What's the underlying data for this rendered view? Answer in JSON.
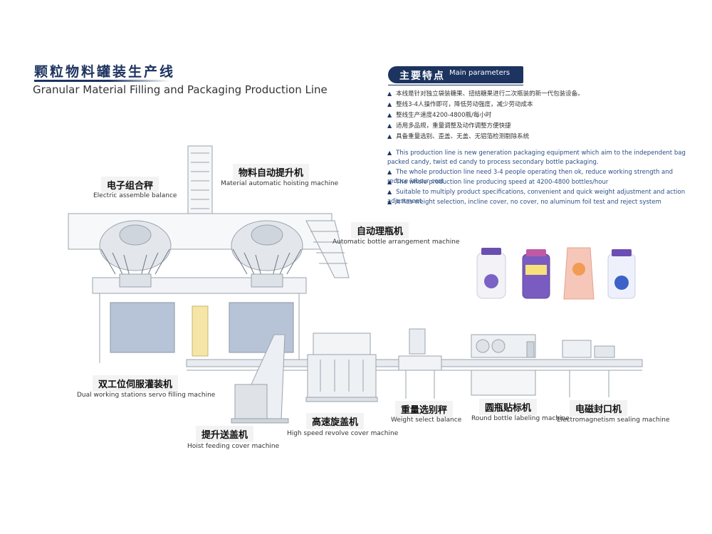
{
  "header": {
    "title_cn": "颗粒物料罐装生产线",
    "title_en": "Granular Material Filling and Packaging Production Line"
  },
  "params": {
    "badge_cn": "主要特点",
    "badge_en": "Main parameters",
    "features_cn": [
      "本线是针对独立袋装糖果、扭结糖果进行二次瓶装的新一代包装设备。",
      "整线3-4人操作即可，降低劳动强度，减少劳动成本",
      "整线生产速度4200-4800瓶/每小时",
      "适用多品规，重量调整及动作调整方便快捷",
      "具备重量选别、歪盖、无盖、无铝箔检测剔除系统"
    ],
    "features_en": [
      "This production line is new generation packaging equipment which aim to the independent bag packed candy, twist  ed candy to process secondary bottle packaging.",
      "The whole production line need 3-4 people operating then ok, reduce working strength and reduce labour cost",
      "The whole production line producing speed at 4200-4800 bottles/hour",
      "Suitable to multiply product specifications, convenient and quick weight adjustment and action adjustment",
      "It has weight selection, incline cover, no cover, no aluminum foil test and reject system"
    ]
  },
  "machines": {
    "electric_balance": {
      "cn": "电子组合秤",
      "en": "Electric assemble balance"
    },
    "hoisting": {
      "cn": "物料自动提升机",
      "en": "Material automatic hoisting machine"
    },
    "bottle_arrange": {
      "cn": "自动理瓶机",
      "en": "Automatic bottle arrangement machine"
    },
    "dual_filling": {
      "cn": "双工位伺服灌装机",
      "en": "Dual working stations servo filling machine"
    },
    "hoist_cover": {
      "cn": "提升送盖机",
      "en": "Hoist feeding cover machine"
    },
    "revolve_cover": {
      "cn": "高速旋盖机",
      "en": "High speed revolve cover machine"
    },
    "weight_select": {
      "cn": "重量选别秤",
      "en": "Weight select balance"
    },
    "labeling": {
      "cn": "圆瓶贴标机",
      "en": "Round bottle labeling machine"
    },
    "sealing": {
      "cn": "电磁封口机",
      "en": "Electromagnetism sealing machine"
    }
  },
  "colors": {
    "brand_navy": "#1d3460",
    "accent_blue": "#2a4f86",
    "machine_line": "#9aa3ad",
    "machine_blue": "#b7c4d8"
  }
}
